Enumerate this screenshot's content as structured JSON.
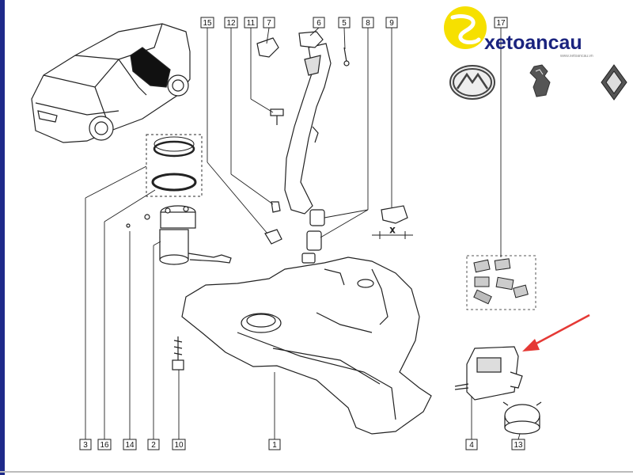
{
  "diagram": {
    "callouts": [
      {
        "id": "c15",
        "label": "15"
      },
      {
        "id": "c12",
        "label": "12"
      },
      {
        "id": "c11",
        "label": "11"
      },
      {
        "id": "c7",
        "label": "7"
      },
      {
        "id": "c6",
        "label": "6"
      },
      {
        "id": "c5",
        "label": "5"
      },
      {
        "id": "c8",
        "label": "8"
      },
      {
        "id": "c9",
        "label": "9"
      },
      {
        "id": "c17",
        "label": "17"
      },
      {
        "id": "c3",
        "label": "3"
      },
      {
        "id": "c16",
        "label": "16"
      },
      {
        "id": "c14",
        "label": "14"
      },
      {
        "id": "c2",
        "label": "2"
      },
      {
        "id": "c10",
        "label": "10"
      },
      {
        "id": "c1",
        "label": "1"
      },
      {
        "id": "c4",
        "label": "4"
      },
      {
        "id": "c13",
        "label": "13"
      }
    ],
    "clamp_dimension_label": "X"
  },
  "brand": {
    "name": "xetoancau",
    "tagline": "www.xetoancau.vn",
    "logos": [
      "mazda-logo",
      "peugeot-logo",
      "renault-logo"
    ]
  },
  "colors": {
    "brand_text": "#1a237e",
    "brand_yellow": "#f6e000",
    "arrow_red": "#e53935",
    "line": "#222222"
  }
}
